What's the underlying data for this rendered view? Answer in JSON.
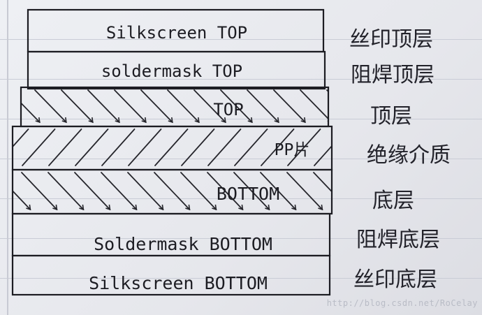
{
  "layers": [
    {
      "label": "Silkscreen TOP",
      "cn": "丝印顶层",
      "hatched": false
    },
    {
      "label": "soldermask TOP",
      "cn": "阻焊顶层",
      "hatched": false
    },
    {
      "label": "TOP",
      "cn": "顶层",
      "hatched": true
    },
    {
      "label": "PP片",
      "cn": "绝缘介质",
      "hatched": true
    },
    {
      "label": "BOTTOM",
      "cn": "底层",
      "hatched": true
    },
    {
      "label": "Soldermask BOTTOM",
      "cn": "阻焊底层",
      "hatched": false
    },
    {
      "label": "Silkscreen BOTTOM",
      "cn": "丝印底层",
      "hatched": false
    }
  ],
  "watermark": "http://blog.csdn.net/RoCelay"
}
